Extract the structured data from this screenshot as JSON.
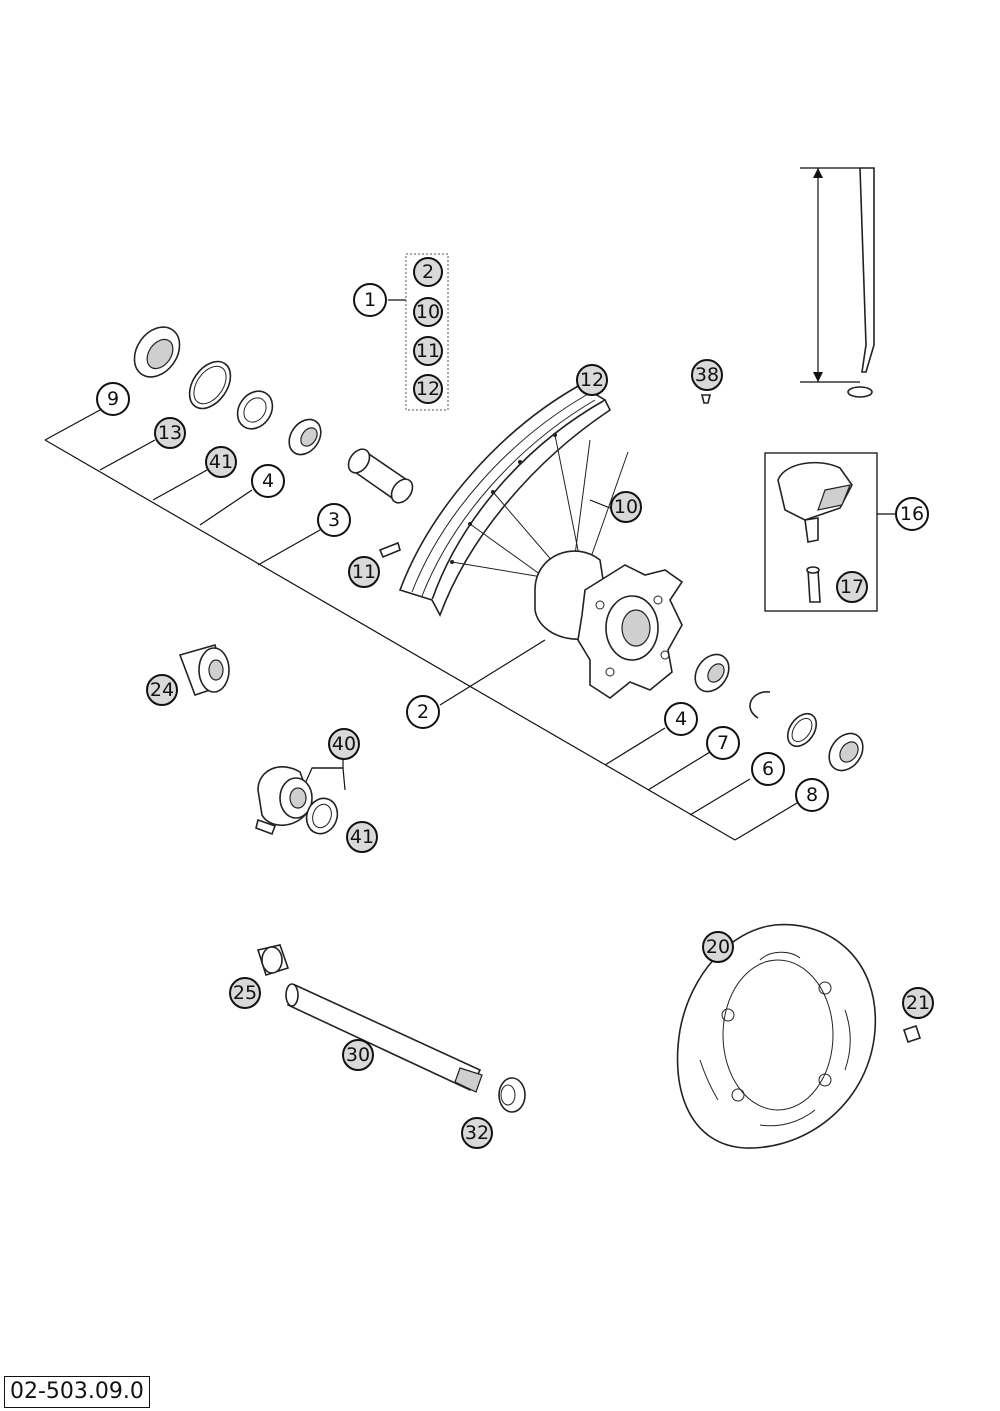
{
  "document_number": "02-503.09.0",
  "callouts": {
    "c1": "1",
    "c2_grp": "2",
    "c10_grp": "10",
    "c11_grp": "11",
    "c12_grp": "12",
    "c9": "9",
    "c13": "13",
    "c41a": "41",
    "c4a": "4",
    "c3": "3",
    "c12": "12",
    "c38": "38",
    "c10": "10",
    "c11": "11",
    "c16": "16",
    "c17": "17",
    "c24": "24",
    "c2": "2",
    "c40": "40",
    "c41b": "41",
    "c4b": "4",
    "c7": "7",
    "c6": "6",
    "c8": "8",
    "c20": "20",
    "c21": "21",
    "c25": "25",
    "c30": "30",
    "c32": "32"
  }
}
